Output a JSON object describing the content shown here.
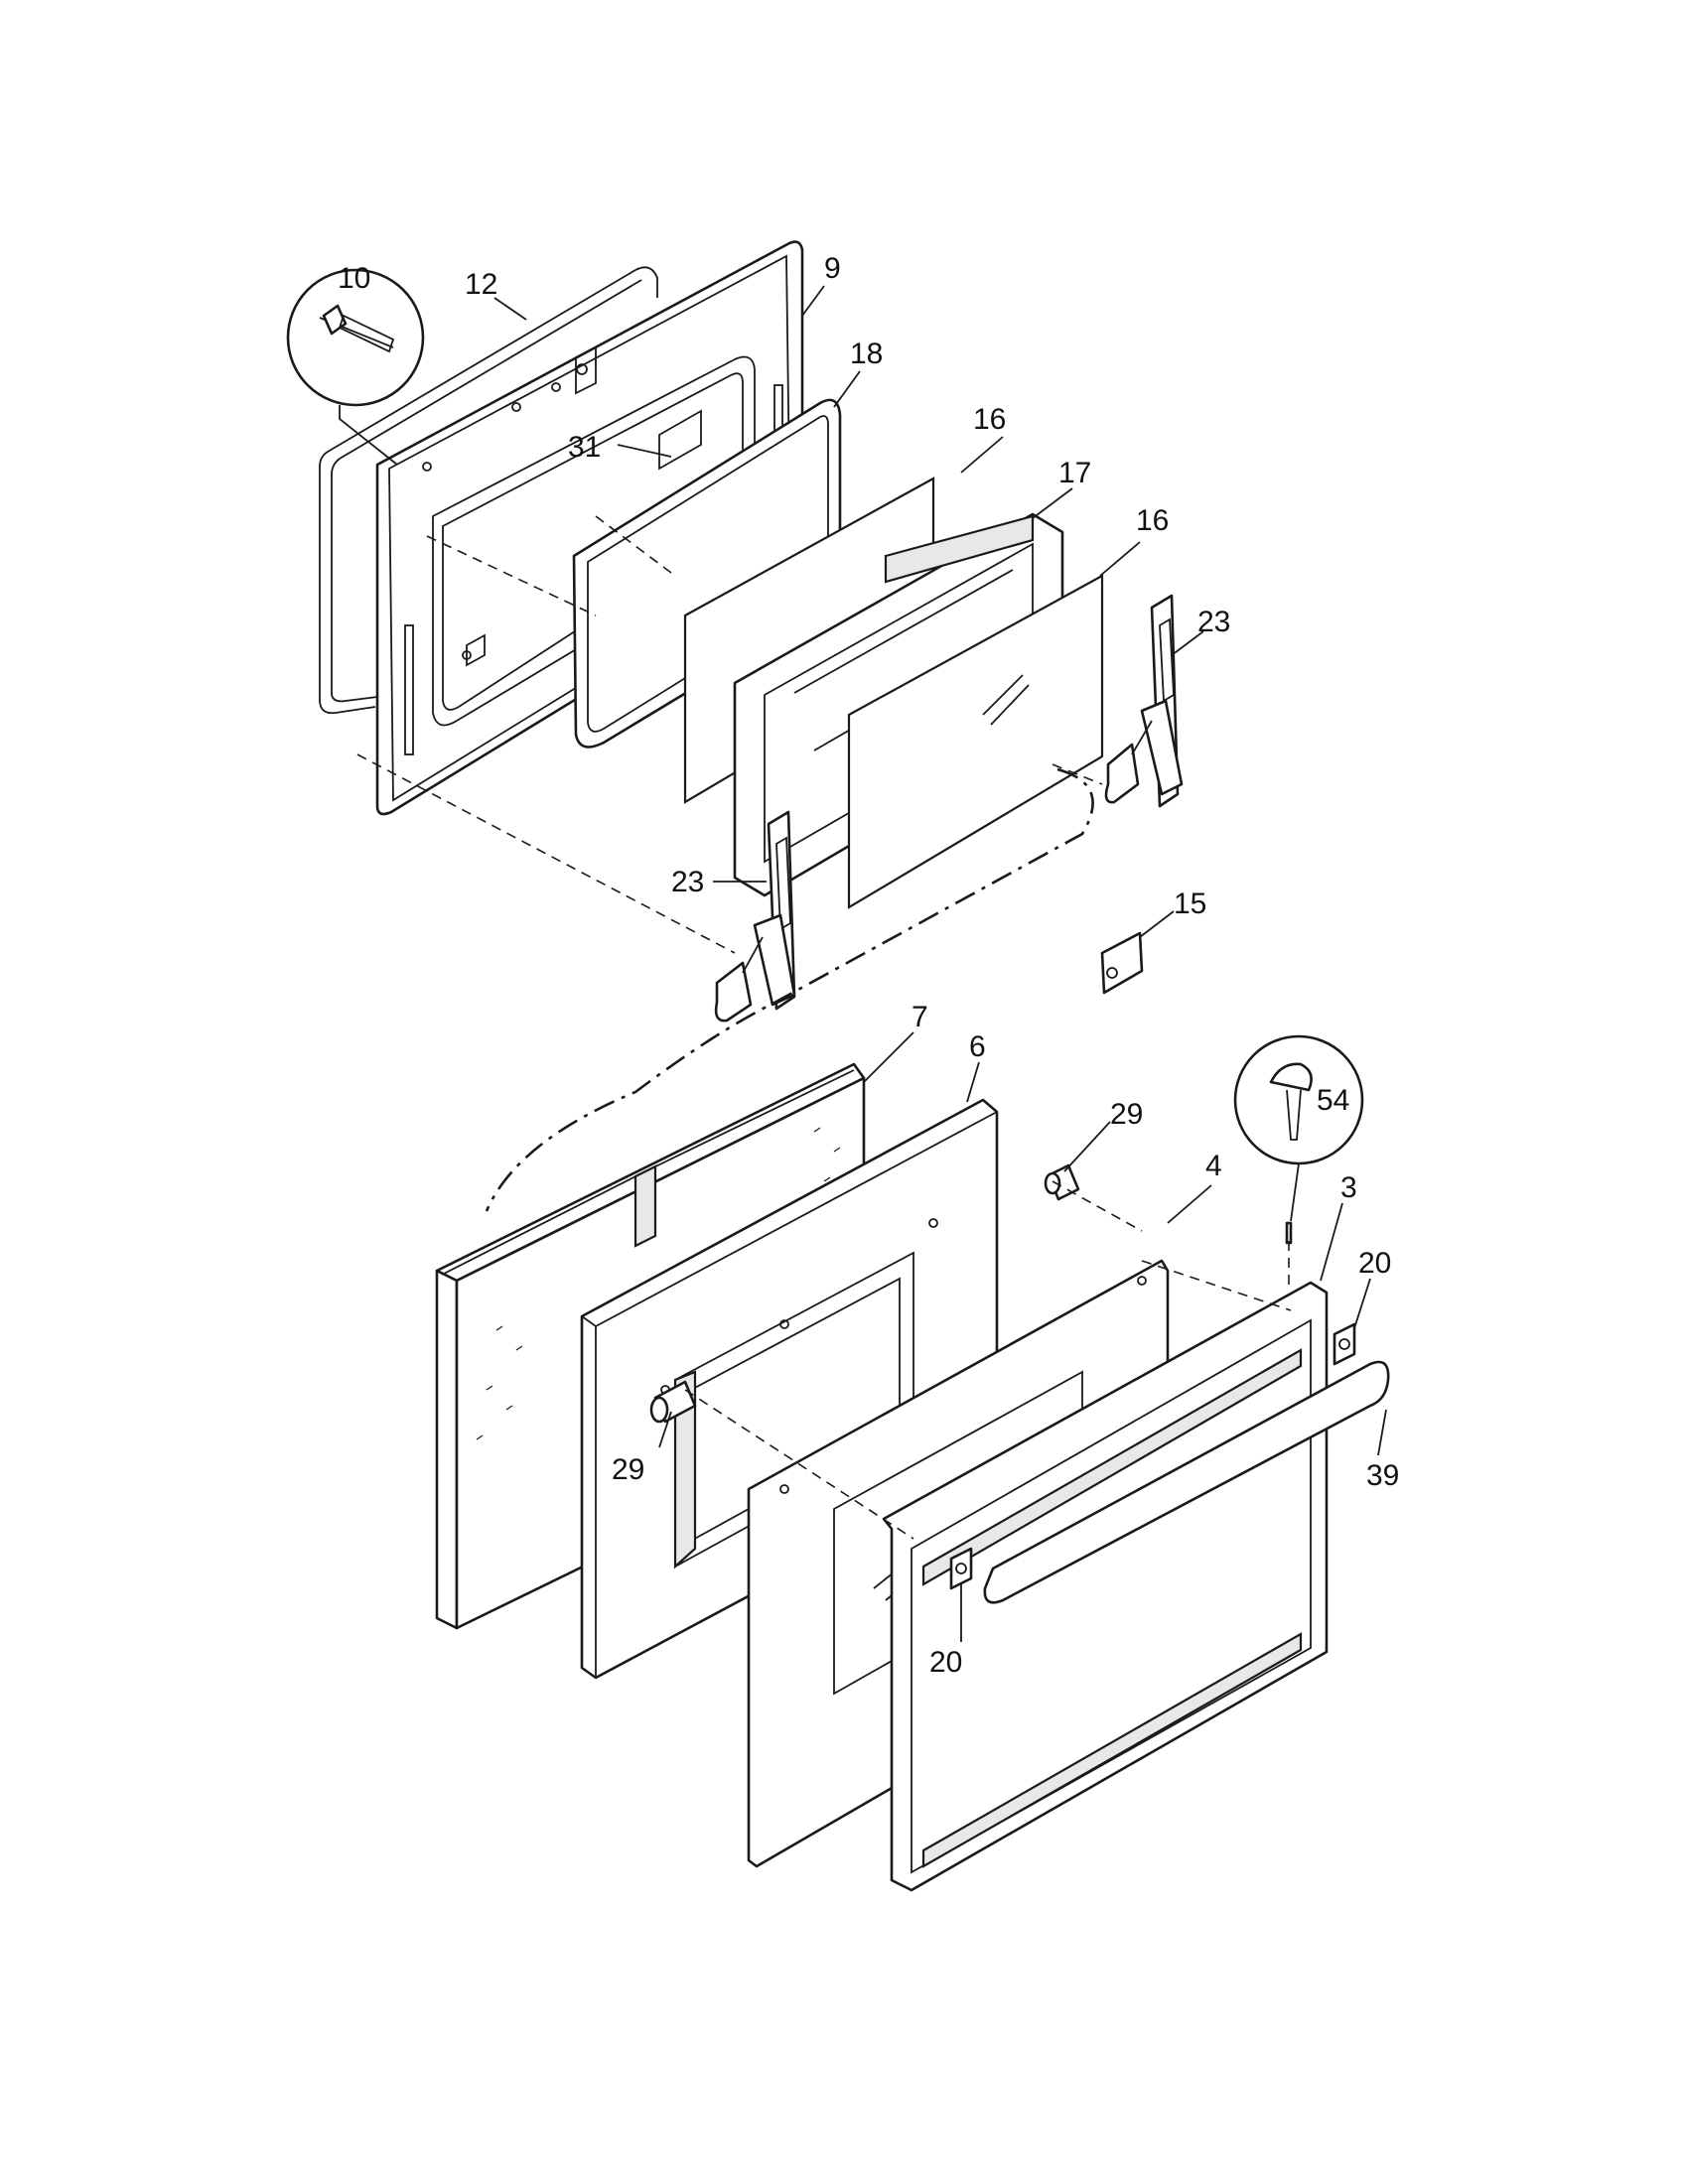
{
  "diagram": {
    "callouts": [
      {
        "id": "c10",
        "label": "10"
      },
      {
        "id": "c12",
        "label": "12"
      },
      {
        "id": "c9",
        "label": "9"
      },
      {
        "id": "c18",
        "label": "18"
      },
      {
        "id": "c16a",
        "label": "16"
      },
      {
        "id": "c31",
        "label": "31"
      },
      {
        "id": "c17",
        "label": "17"
      },
      {
        "id": "c16b",
        "label": "16"
      },
      {
        "id": "c23a",
        "label": "23"
      },
      {
        "id": "c23b",
        "label": "23"
      },
      {
        "id": "c15",
        "label": "15"
      },
      {
        "id": "c7",
        "label": "7"
      },
      {
        "id": "c6",
        "label": "6"
      },
      {
        "id": "c29a",
        "label": "29"
      },
      {
        "id": "c54",
        "label": "54"
      },
      {
        "id": "c4",
        "label": "4"
      },
      {
        "id": "c3",
        "label": "3"
      },
      {
        "id": "c20a",
        "label": "20"
      },
      {
        "id": "c29b",
        "label": "29"
      },
      {
        "id": "c39",
        "label": "39"
      },
      {
        "id": "c20b",
        "label": "20"
      }
    ]
  }
}
